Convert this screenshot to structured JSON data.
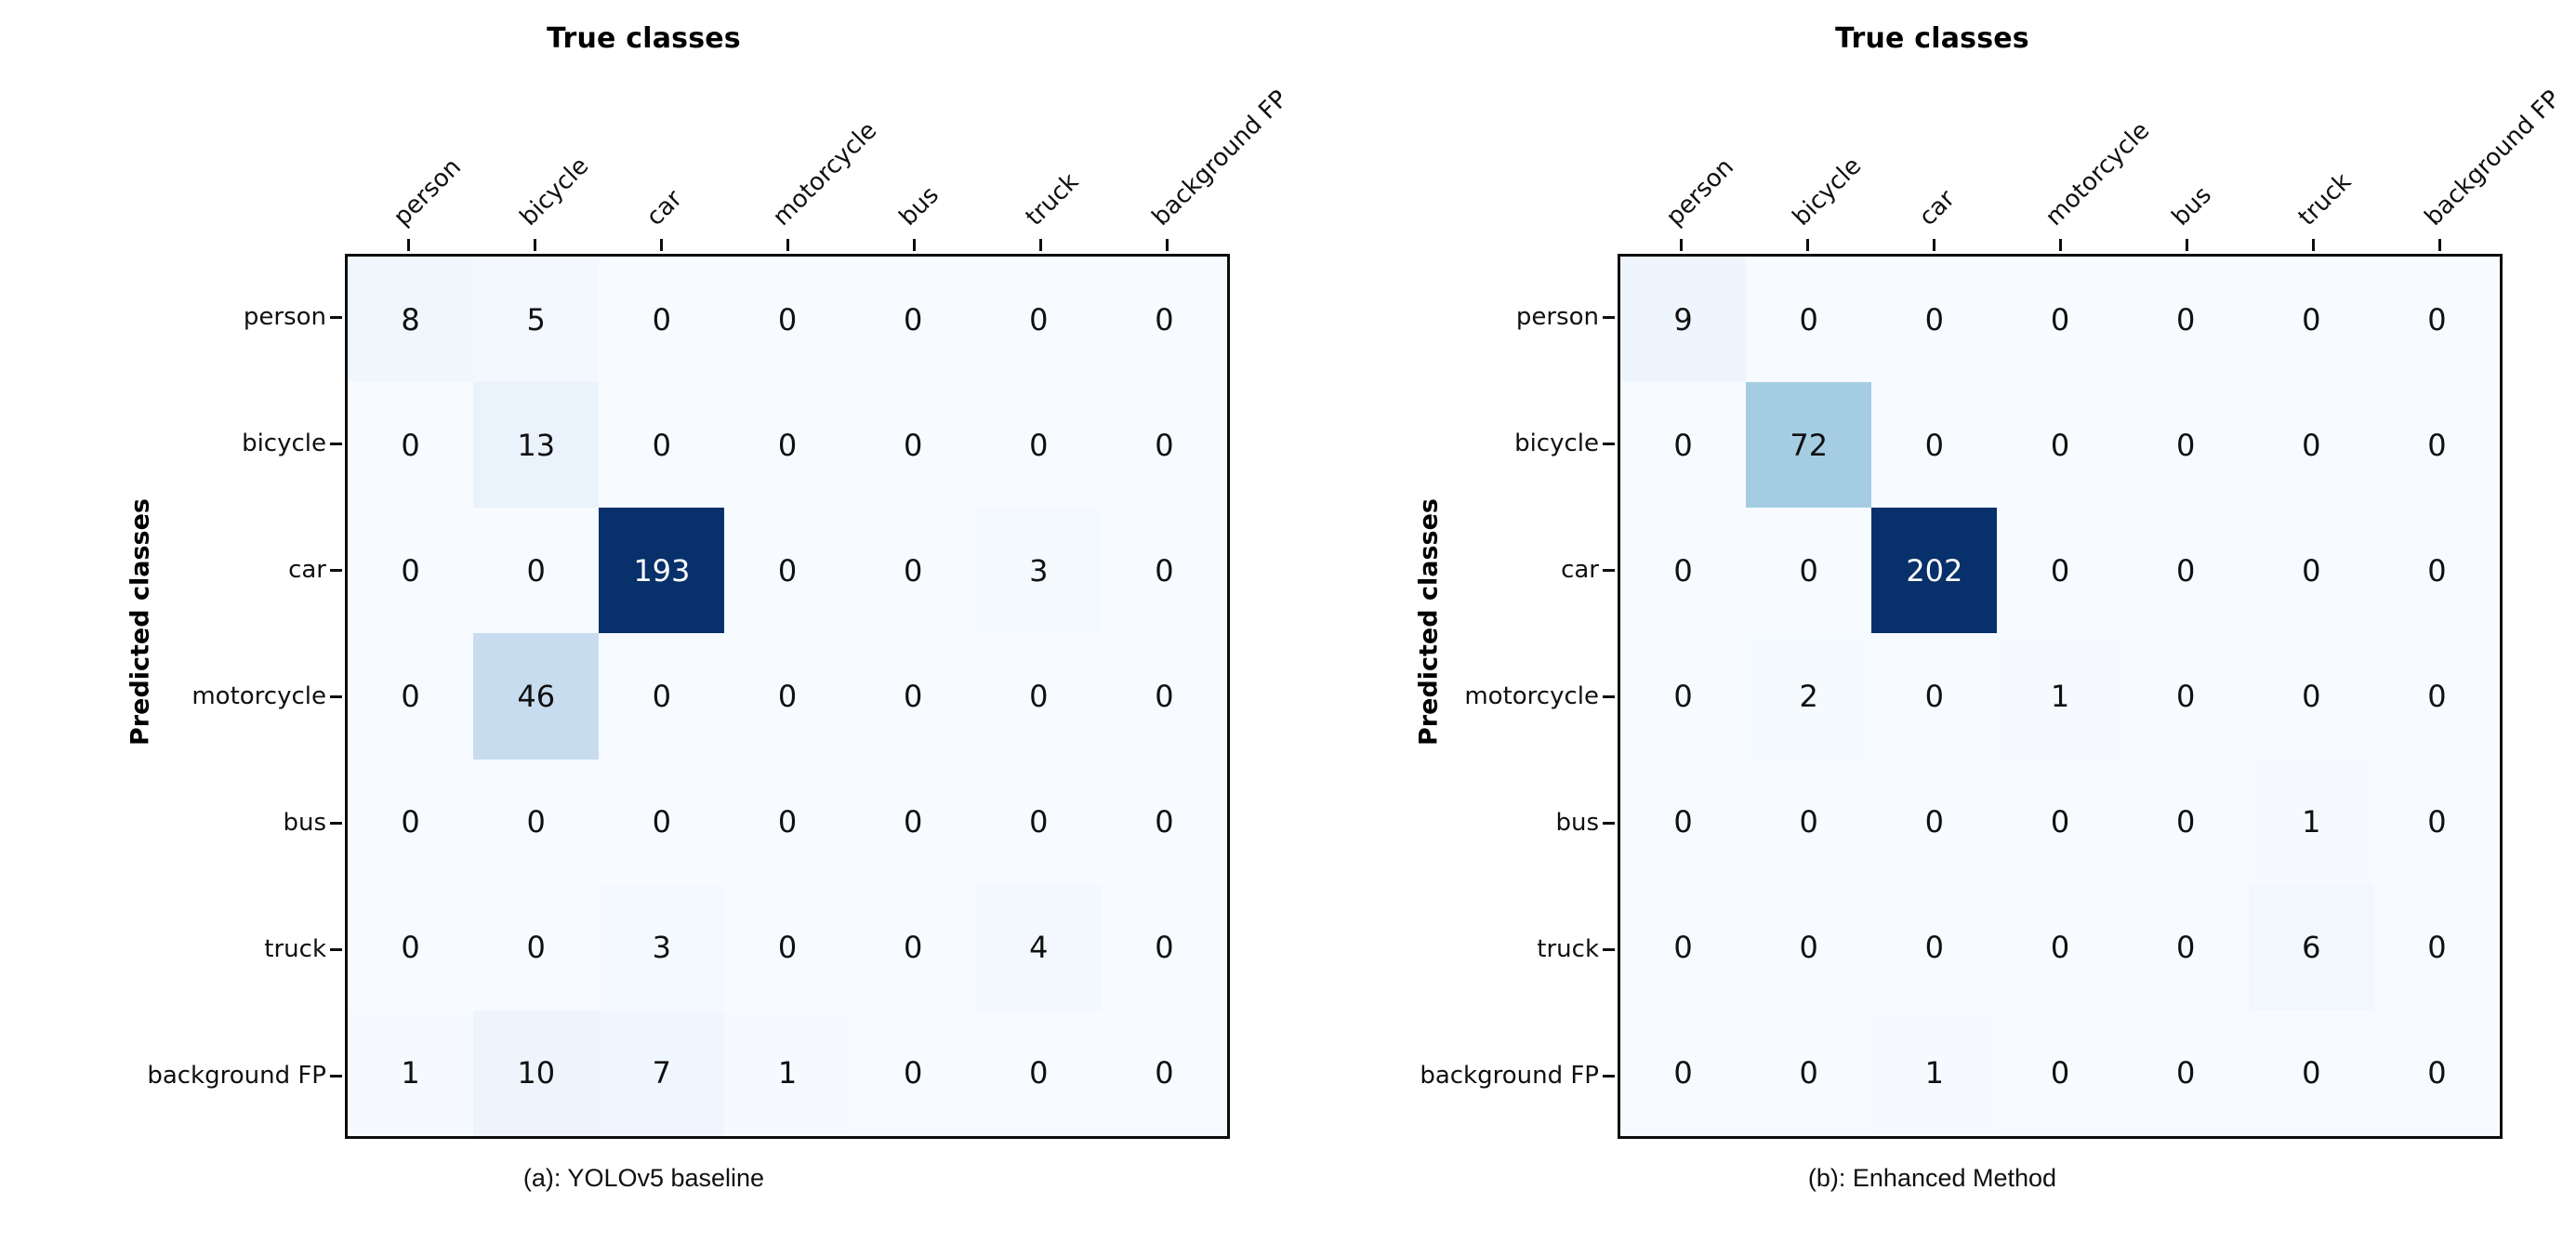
{
  "axis_titles": {
    "x": "True classes",
    "y": "Predicted classes"
  },
  "classes": [
    "person",
    "bicycle",
    "car",
    "motorcycle",
    "bus",
    "truck",
    "background FP"
  ],
  "panels": [
    {
      "caption": "(a): YOLOv5 baseline"
    },
    {
      "caption": "(b): Enhanced Method"
    }
  ],
  "colors": {
    "cmap_low": "#f7fbff",
    "cmap_high": "#08306b",
    "axis": "#0d0d0d",
    "text": "#101010",
    "text_on_dark": "#ffffff"
  },
  "chart_data": [
    {
      "type": "heatmap",
      "title": "(a): YOLOv5 baseline",
      "xlabel": "True classes",
      "ylabel": "Predicted classes",
      "x_categories": [
        "person",
        "bicycle",
        "car",
        "motorcycle",
        "bus",
        "truck",
        "background FP"
      ],
      "y_categories": [
        "person",
        "bicycle",
        "car",
        "motorcycle",
        "bus",
        "truck",
        "background FP"
      ],
      "colormap": "Blues",
      "vmin": 0,
      "vmax": 193,
      "grid": false,
      "legend": "none",
      "values": [
        [
          8,
          5,
          0,
          0,
          0,
          0,
          0
        ],
        [
          0,
          13,
          0,
          0,
          0,
          0,
          0
        ],
        [
          0,
          0,
          193,
          0,
          0,
          3,
          0
        ],
        [
          0,
          46,
          0,
          0,
          0,
          0,
          0
        ],
        [
          0,
          0,
          0,
          0,
          0,
          0,
          0
        ],
        [
          0,
          0,
          3,
          0,
          0,
          4,
          0
        ],
        [
          1,
          10,
          7,
          1,
          0,
          0,
          0
        ]
      ]
    },
    {
      "type": "heatmap",
      "title": "(b): Enhanced Method",
      "xlabel": "True classes",
      "ylabel": "Predicted classes",
      "x_categories": [
        "person",
        "bicycle",
        "car",
        "motorcycle",
        "bus",
        "truck",
        "background FP"
      ],
      "y_categories": [
        "person",
        "bicycle",
        "car",
        "motorcycle",
        "bus",
        "truck",
        "background FP"
      ],
      "colormap": "Blues",
      "vmin": 0,
      "vmax": 202,
      "grid": false,
      "legend": "none",
      "values": [
        [
          9,
          0,
          0,
          0,
          0,
          0,
          0
        ],
        [
          0,
          72,
          0,
          0,
          0,
          0,
          0
        ],
        [
          0,
          0,
          202,
          0,
          0,
          0,
          0
        ],
        [
          0,
          2,
          0,
          1,
          0,
          0,
          0
        ],
        [
          0,
          0,
          0,
          0,
          0,
          1,
          0
        ],
        [
          0,
          0,
          0,
          0,
          0,
          6,
          0
        ],
        [
          0,
          0,
          1,
          0,
          0,
          0,
          0
        ]
      ]
    }
  ]
}
